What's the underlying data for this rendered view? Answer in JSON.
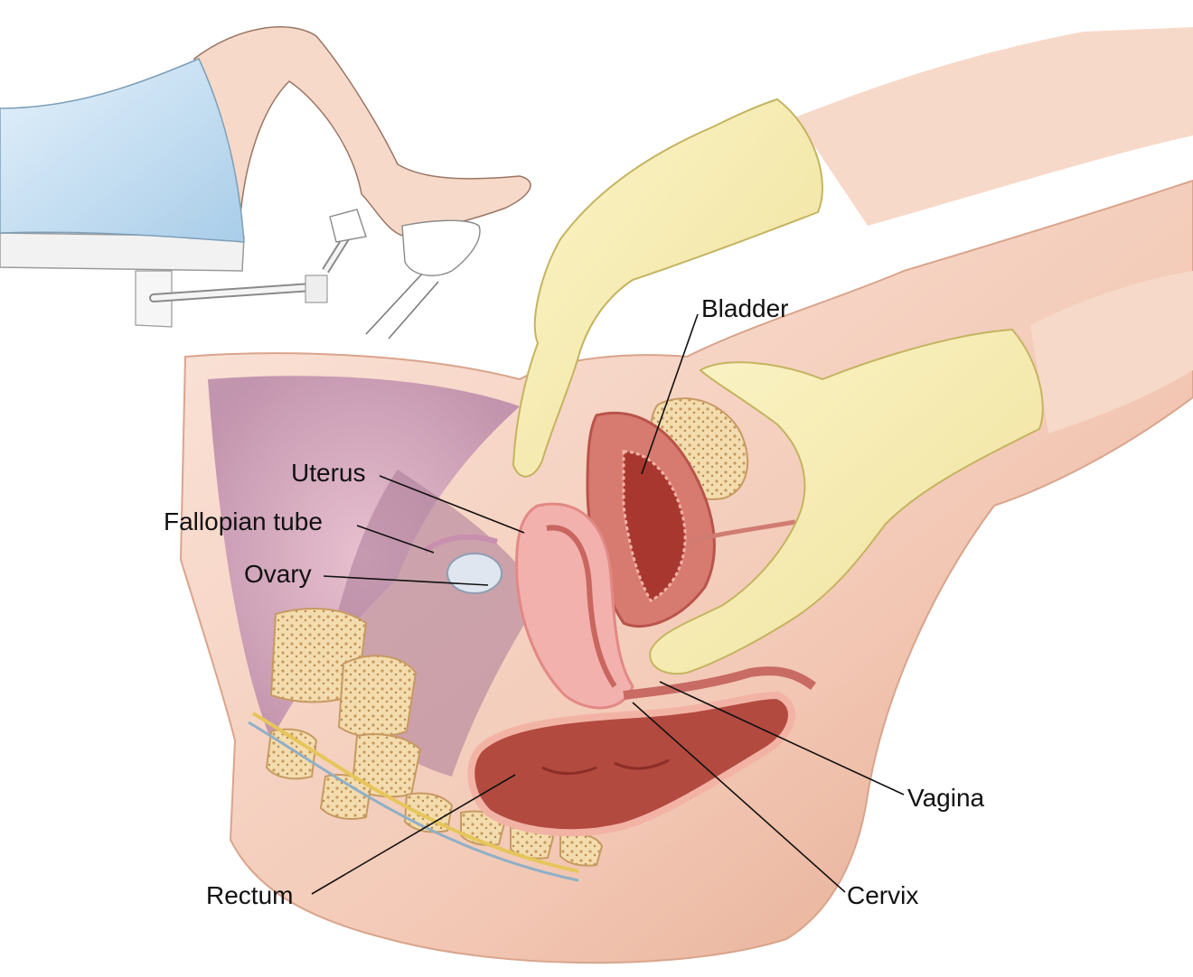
{
  "diagram": {
    "labels": {
      "bladder": "Bladder",
      "uterus": "Uterus",
      "fallopian_tube": "Fallopian tube",
      "ovary": "Ovary",
      "vagina": "Vagina",
      "cervix": "Cervix",
      "rectum": "Rectum"
    }
  }
}
